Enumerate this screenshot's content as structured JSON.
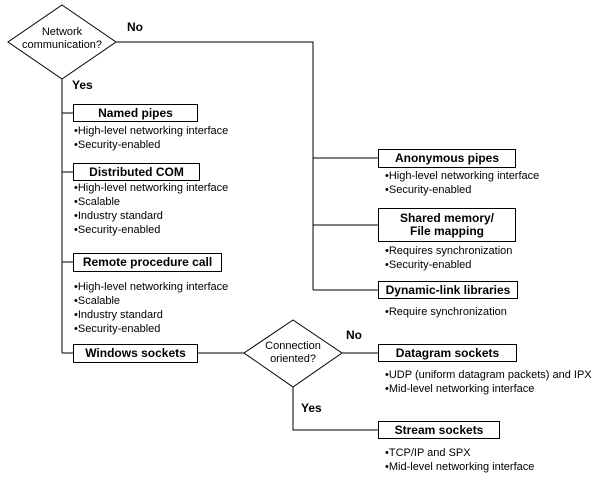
{
  "decisions": {
    "network": {
      "question": "Network communication?",
      "no": "No",
      "yes": "Yes"
    },
    "connection": {
      "question": "Connection oriented?",
      "no": "No",
      "yes": "Yes"
    }
  },
  "boxes": {
    "named_pipes": {
      "title": "Named pipes",
      "bullets": [
        "High-level networking interface",
        "Security-enabled"
      ]
    },
    "distributed_com": {
      "title": "Distributed COM",
      "bullets": [
        "High-level networking interface",
        "Scalable",
        "Industry standard",
        "Security-enabled"
      ]
    },
    "remote_procedure_call": {
      "title": "Remote procedure call",
      "bullets": [
        "High-level networking interface",
        "Scalable",
        "Industry standard",
        "Security-enabled"
      ]
    },
    "windows_sockets": {
      "title": "Windows sockets",
      "bullets": []
    },
    "anonymous_pipes": {
      "title": "Anonymous pipes",
      "bullets": [
        "High-level networking interface",
        "Security-enabled"
      ]
    },
    "shared_memory": {
      "title": "Shared memory/\nFile mapping",
      "bullets": [
        "Requires synchronization",
        "Security-enabled"
      ]
    },
    "dynamic_link_libraries": {
      "title": "Dynamic-link libraries",
      "bullets": [
        "Require synchronization"
      ]
    },
    "datagram_sockets": {
      "title": "Datagram sockets",
      "bullets": [
        "UDP (uniform datagram packets) and IPX",
        "Mid-level networking interface"
      ]
    },
    "stream_sockets": {
      "title": "Stream sockets",
      "bullets": [
        "TCP/IP and SPX",
        "Mid-level networking interface"
      ]
    }
  },
  "colors": {
    "line": "#000000",
    "background": "#ffffff",
    "text": "#000000"
  }
}
